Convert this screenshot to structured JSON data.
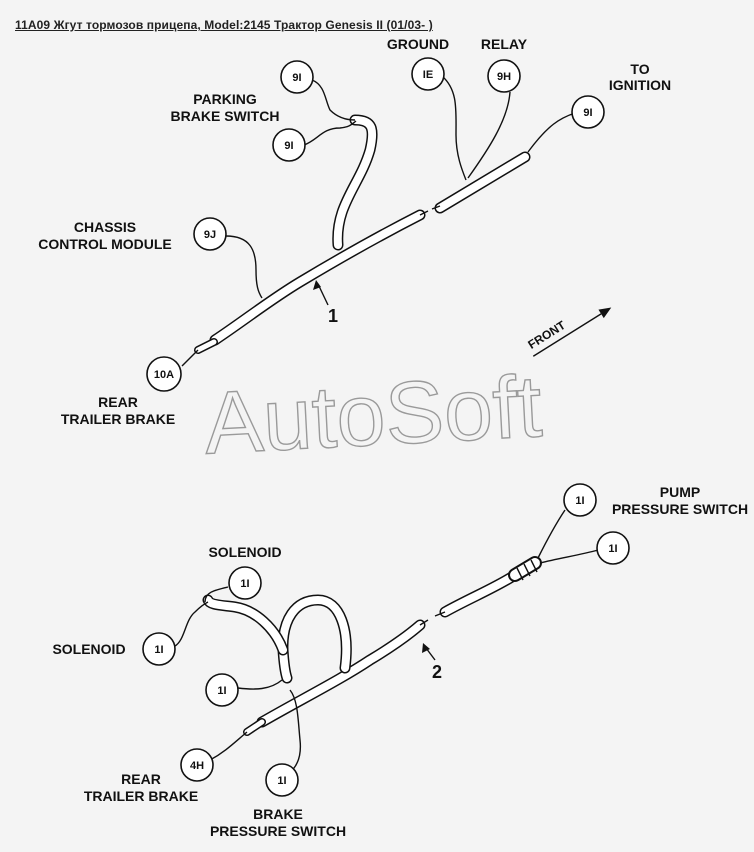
{
  "title": "11A09 Жгут тормозов прицепа, Model:2145 Трактор Genesis II (01/03- )",
  "watermark": "AutoSoft",
  "diagram1": {
    "callout_number": "1",
    "front_label": "FRONT",
    "labels": {
      "ground": "GROUND",
      "relay": "RELAY",
      "to_ignition_1": "TO",
      "to_ignition_2": "IGNITION",
      "parking_1": "PARKING",
      "parking_2": "BRAKE SWITCH",
      "chassis_1": "CHASSIS",
      "chassis_2": "CONTROL MODULE",
      "rear_1": "REAR",
      "rear_2": "TRAILER BRAKE"
    },
    "connectors": {
      "pk_top": "9I",
      "pk_bottom": "9I",
      "ground": "IE",
      "relay": "9H",
      "ignition": "9I",
      "chassis": "9J",
      "rear": "10A"
    }
  },
  "diagram2": {
    "callout_number": "2",
    "labels": {
      "solenoid_top": "SOLENOID",
      "solenoid_left": "SOLENOID",
      "pump_1": "PUMP",
      "pump_2": "PRESSURE SWITCH",
      "rear_1": "REAR",
      "rear_2": "TRAILER BRAKE",
      "brake_1": "BRAKE",
      "brake_2": "PRESSURE SWITCH"
    },
    "connectors": {
      "pump_top": "1I",
      "pump_bottom": "1I",
      "sol_top": "1I",
      "sol_left": "1I",
      "mid": "1I",
      "rear": "4H",
      "brake": "1I"
    }
  }
}
